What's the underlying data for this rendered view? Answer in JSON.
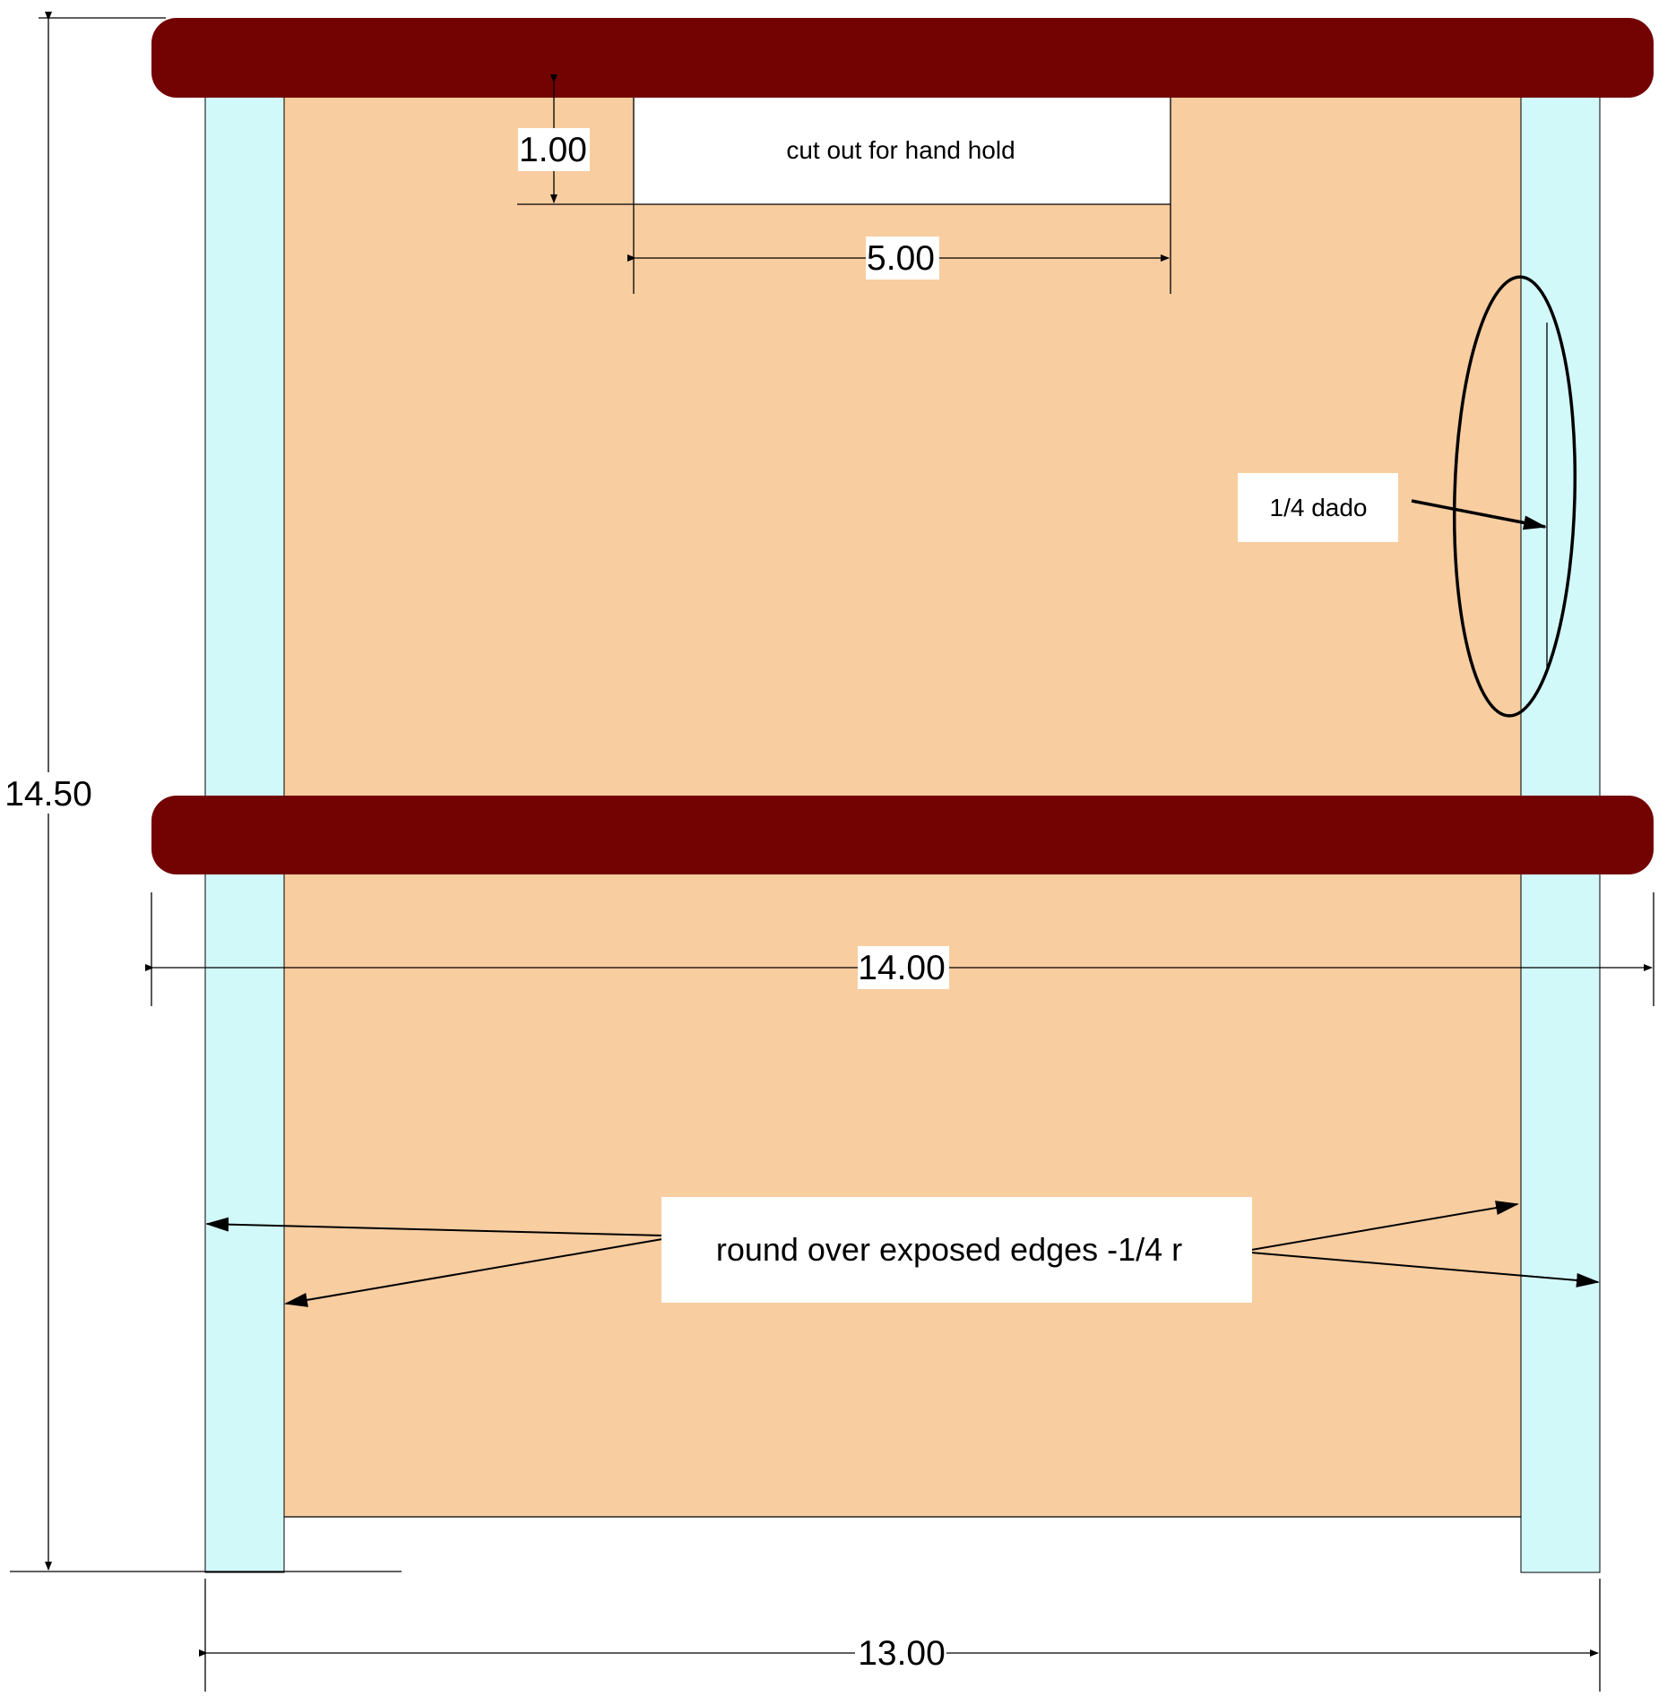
{
  "colors": {
    "panel": "#F8CDA0",
    "side_rails": "#D2F9FA",
    "shelf_boards": "#730303",
    "background": "#FFFFFF",
    "lines": "#000000"
  },
  "dimensions": {
    "overall_height": "14.50",
    "hand_hold_depth": "1.00",
    "hand_hold_width": "5.00",
    "shelf_width": "14.00",
    "overall_width": "13.00"
  },
  "notes": {
    "hand_hold": "cut out for hand hold",
    "dado": "1/4 dado",
    "round_over": "round over exposed edges -1/4 r"
  }
}
